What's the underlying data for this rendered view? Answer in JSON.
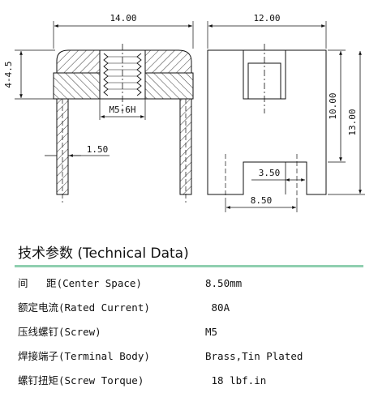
{
  "drawing": {
    "front_view": {
      "width_label": "14.00",
      "height_label": "4-4.5",
      "thread_label": "M5-6H",
      "leg_label": "1.50"
    },
    "side_view": {
      "width_label": "12.00",
      "inner_height_label": "10.00",
      "total_height_label": "13.00",
      "slot_label": "3.50",
      "pitch_label": "8.50"
    }
  },
  "section": {
    "title": "技术参数 (Technical Data)"
  },
  "specs": [
    {
      "label": "间   距(Center Space)",
      "value": "8.50mm"
    },
    {
      "label": "额定电流(Rated Current)",
      "value": " 80A"
    },
    {
      "label": "压线螺钉(Screw)",
      "value": "M5"
    },
    {
      "label": "焊接端子(Terminal Body)",
      "value": "Brass,Tin Plated"
    },
    {
      "label": "螺钉扭矩(Screw Torque)",
      "value": " 18 lbf.in"
    }
  ],
  "colors": {
    "rule": "#8fcfb0"
  }
}
